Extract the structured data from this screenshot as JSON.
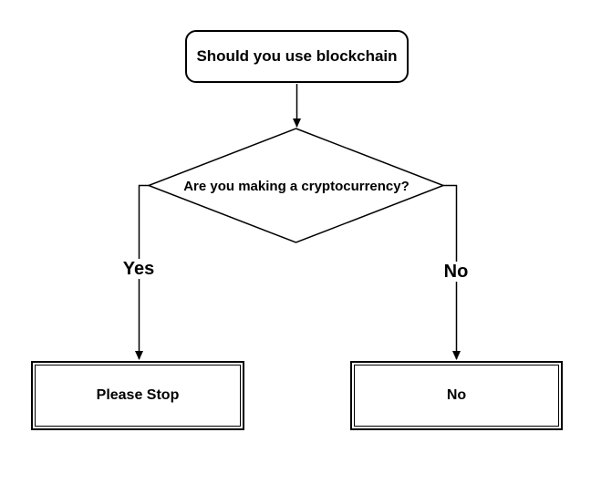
{
  "meta": {
    "background_color": "#ffffff",
    "stroke_color": "#000000",
    "text_color": "#000000"
  },
  "nodes": {
    "start": {
      "type": "rounded-rectangle",
      "label": "Should you use blockchain"
    },
    "decision": {
      "type": "diamond",
      "label": "Are you making a cryptocurrency?"
    },
    "outcome_yes": {
      "type": "double-border-rectangle",
      "label": "Please Stop"
    },
    "outcome_no": {
      "type": "double-border-rectangle",
      "label": "No"
    }
  },
  "edges": [
    {
      "from": "start",
      "to": "decision",
      "label": ""
    },
    {
      "from": "decision",
      "to": "outcome_yes",
      "label": "Yes"
    },
    {
      "from": "decision",
      "to": "outcome_no",
      "label": "No"
    }
  ]
}
